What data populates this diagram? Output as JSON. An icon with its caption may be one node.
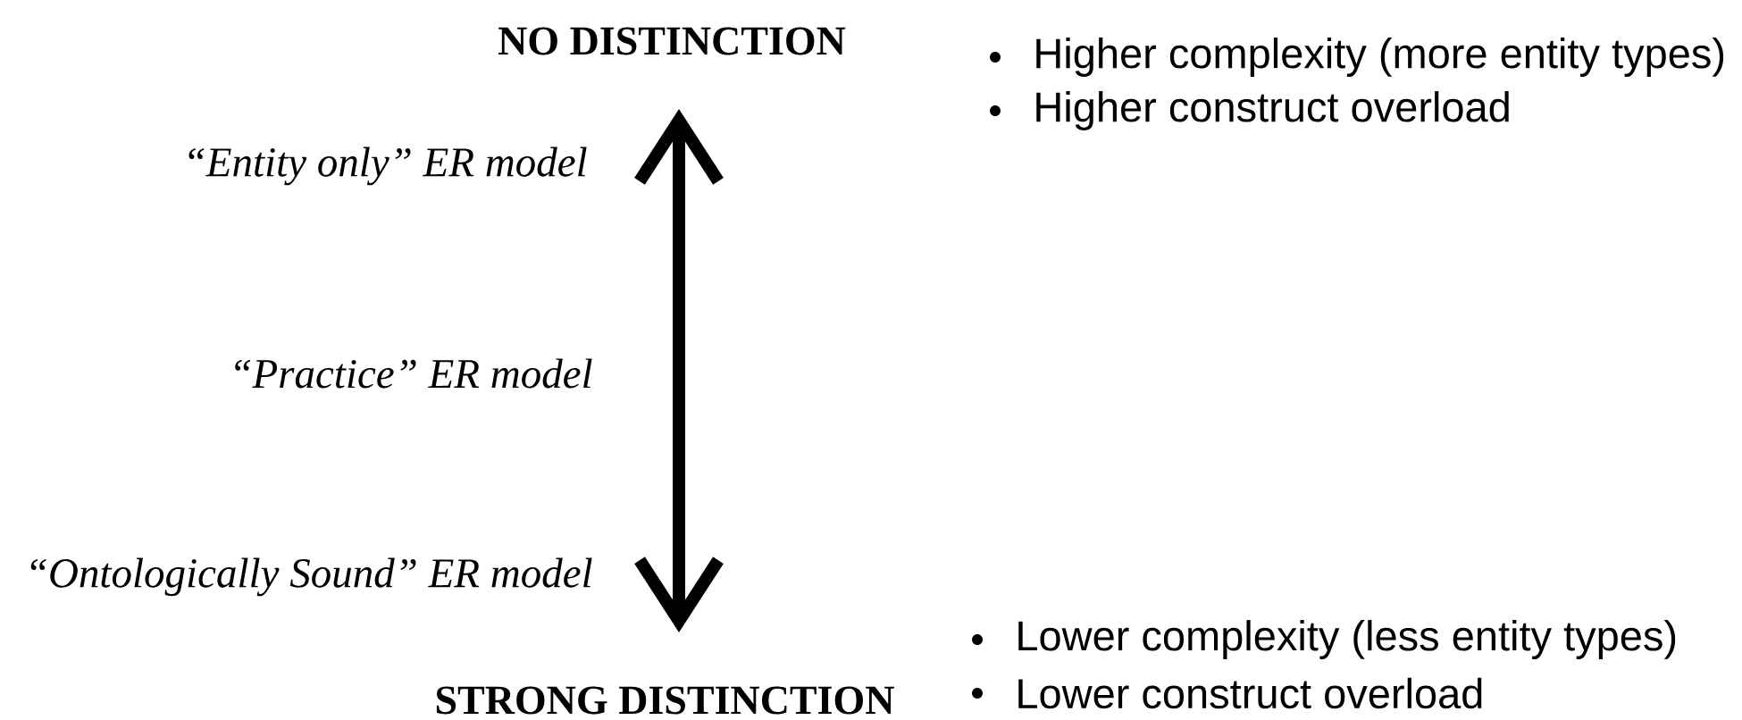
{
  "diagram": {
    "nodes": [
      {
        "text": [
          "NO DISTINCTION"
        ]
      },
      {
        "text": [
          "STRONG DISTINCTION"
        ]
      }
    ],
    "edges": [
      {
        "from": 0,
        "to": 1,
        "arrow": "both"
      }
    ],
    "labels": [
      "“Entity only” ER model",
      "“Practice” ER model",
      "“Ontologically Sound” ER model",
      "Higher complexity (more entity types)",
      "Higher construct overload",
      "Lower complexity (less entity types)",
      "Lower construct overload"
    ]
  }
}
